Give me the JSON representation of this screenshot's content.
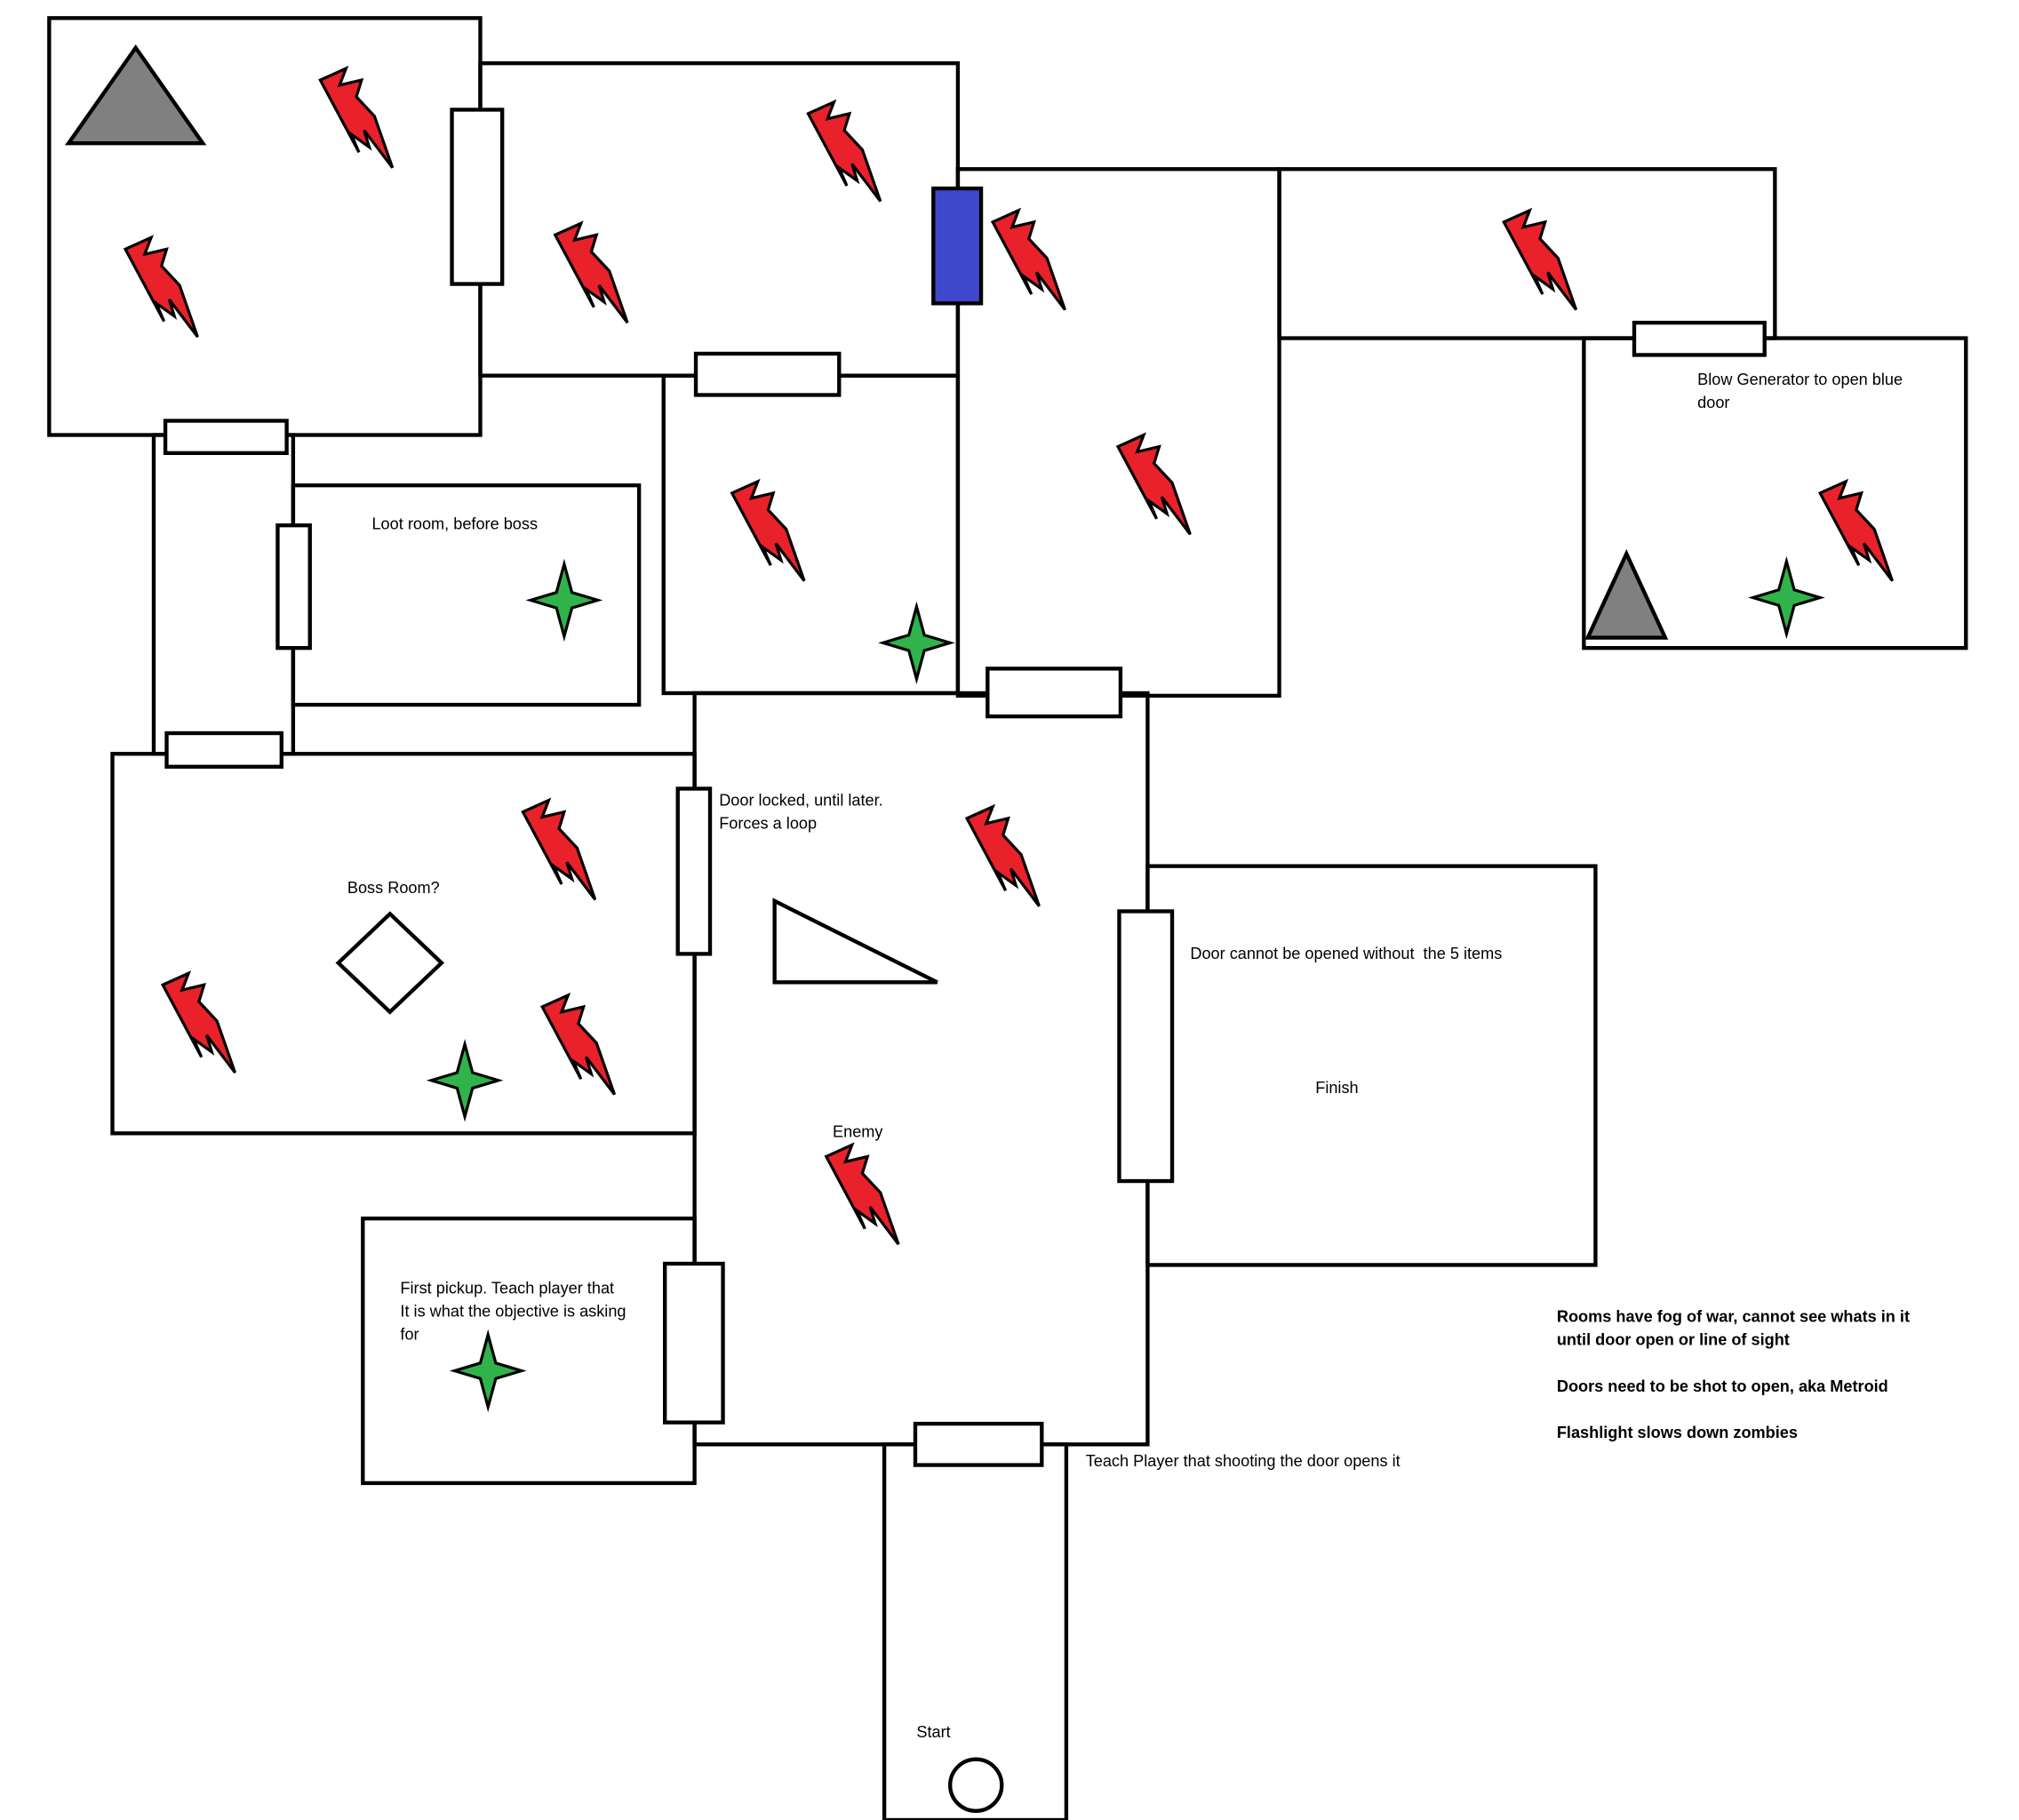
{
  "labels": {
    "loot_room": "Loot room, before boss",
    "blow_generator_line1": "Blow Generator to open blue",
    "blow_generator_line2": "door",
    "door_locked_line1": "Door locked, until later.",
    "door_locked_line2": "Forces a loop",
    "boss_room": "Boss Room?",
    "door_cannot_open": "Door cannot be opened without  the 5 items",
    "finish": "Finish",
    "enemy": "Enemy",
    "first_pickup_line1": "First pickup. Teach player that",
    "first_pickup_line2": "It is what the objective is asking",
    "first_pickup_line3": "for",
    "teach_shooting": "Teach Player that shooting the door opens it",
    "start": "Start"
  },
  "notes": {
    "fog_line1": "Rooms have fog of war, cannot see whats in it",
    "fog_line2": "until door open or line of sight",
    "doors_shot": "Doors need to be shot to open, aka Metroid",
    "flashlight": "Flashlight slows down zombies"
  },
  "colors": {
    "outline": "#000000",
    "enemy_red": "#e8212b",
    "pickup_green": "#2fb34a",
    "generator_gray": "#808080",
    "blue_door": "#3f48cc"
  },
  "icons": {
    "enemy": "lightning-bolt-icon",
    "pickup": "four-point-star-icon",
    "generator": "triangle-icon",
    "boss": "diamond-icon",
    "player": "circle-icon",
    "ramp": "right-triangle-icon"
  }
}
